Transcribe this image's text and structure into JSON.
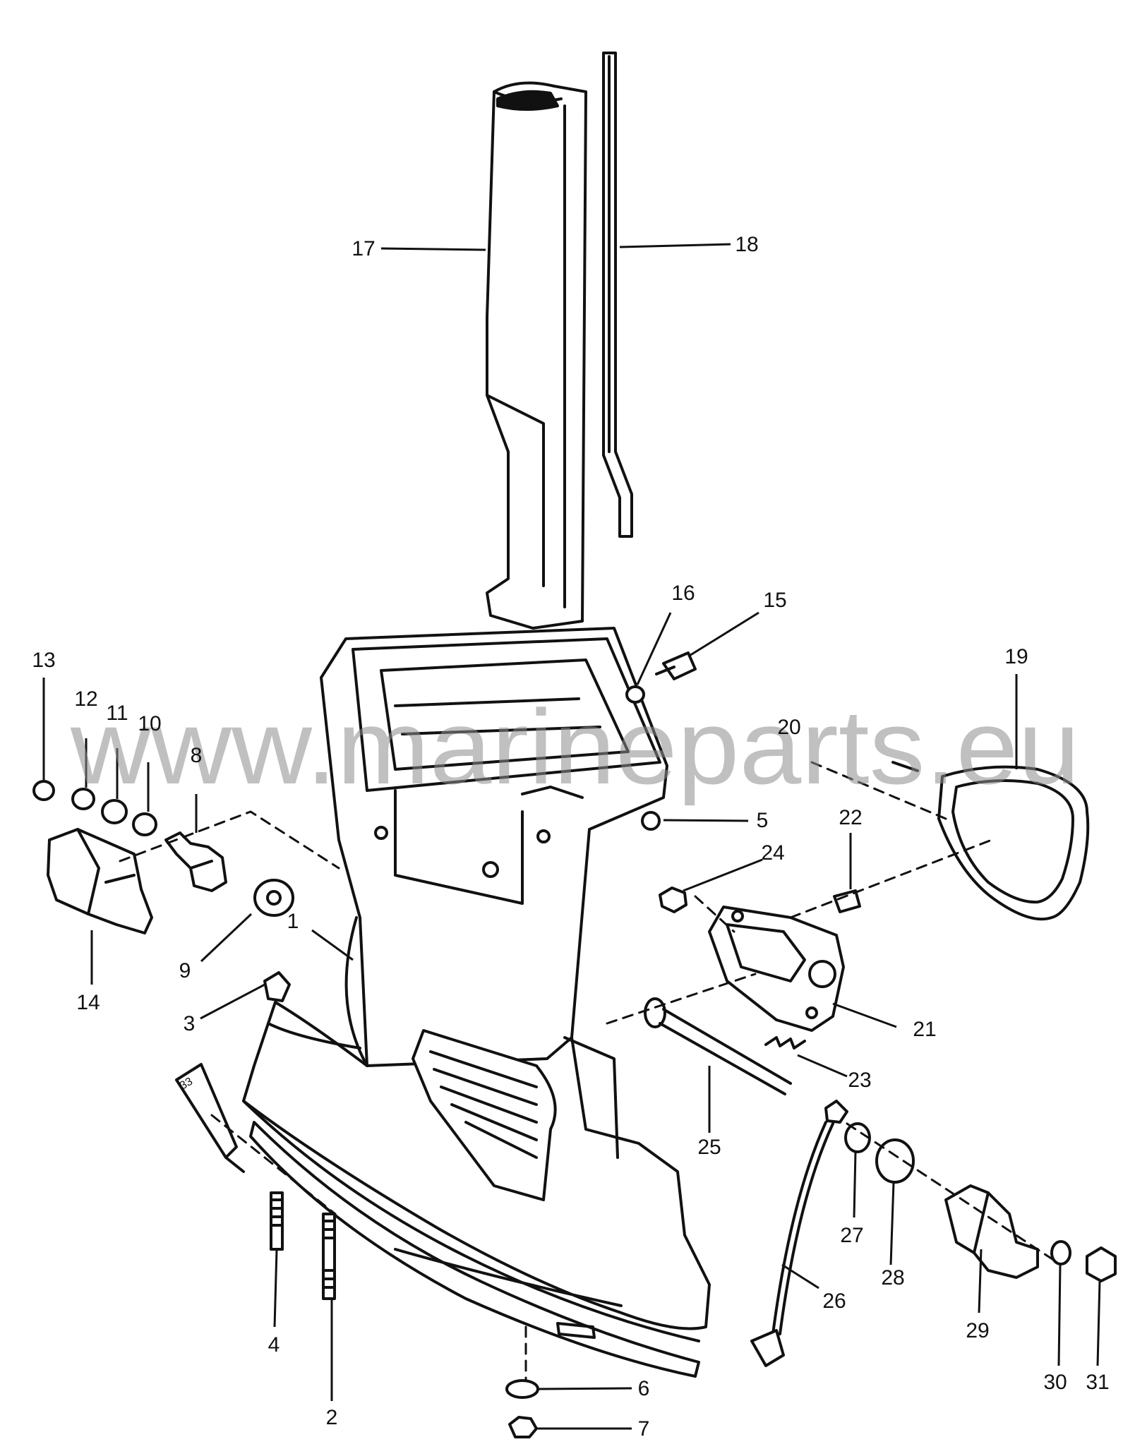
{
  "watermark": "www.marineparts.eu",
  "tube_label": "33",
  "callouts": [
    {
      "id": "1",
      "text": "1"
    },
    {
      "id": "2",
      "text": "2"
    },
    {
      "id": "3",
      "text": "3"
    },
    {
      "id": "4",
      "text": "4"
    },
    {
      "id": "5",
      "text": "5"
    },
    {
      "id": "6",
      "text": "6"
    },
    {
      "id": "7",
      "text": "7"
    },
    {
      "id": "8",
      "text": "8"
    },
    {
      "id": "9",
      "text": "9"
    },
    {
      "id": "10",
      "text": "10"
    },
    {
      "id": "11",
      "text": "11"
    },
    {
      "id": "12",
      "text": "12"
    },
    {
      "id": "13",
      "text": "13"
    },
    {
      "id": "14",
      "text": "14"
    },
    {
      "id": "15",
      "text": "15"
    },
    {
      "id": "16",
      "text": "16"
    },
    {
      "id": "17",
      "text": "17"
    },
    {
      "id": "18",
      "text": "18"
    },
    {
      "id": "19",
      "text": "19"
    },
    {
      "id": "20",
      "text": "20"
    },
    {
      "id": "21",
      "text": "21"
    },
    {
      "id": "22",
      "text": "22"
    },
    {
      "id": "23",
      "text": "23"
    },
    {
      "id": "24",
      "text": "24"
    },
    {
      "id": "25",
      "text": "25"
    },
    {
      "id": "26",
      "text": "26"
    },
    {
      "id": "27",
      "text": "27"
    },
    {
      "id": "28",
      "text": "28"
    },
    {
      "id": "29",
      "text": "29"
    },
    {
      "id": "30",
      "text": "30"
    },
    {
      "id": "31",
      "text": "31"
    }
  ]
}
